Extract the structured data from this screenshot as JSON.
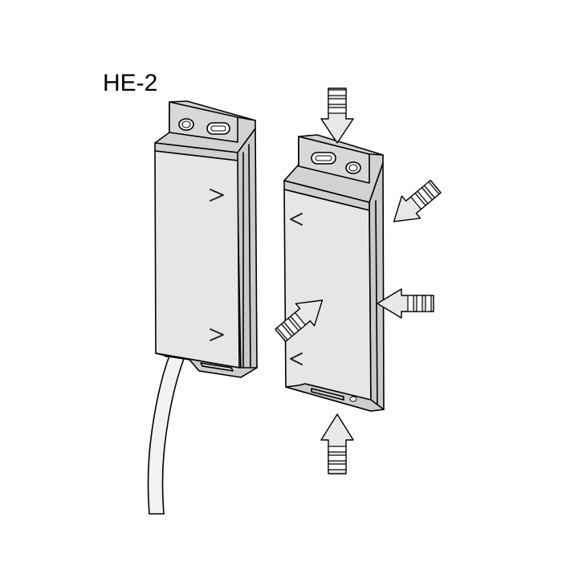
{
  "diagram": {
    "model_label": "HE-2",
    "colors": {
      "background": "#ffffff",
      "outline": "#000000",
      "body": "#d9d9d9",
      "face": "#e6e6e6"
    },
    "parts": [
      {
        "name": "sensor-left",
        "description_icon": "magnetic-switch-with-cable"
      },
      {
        "name": "actuator-right",
        "description_icon": "magnet-actuator"
      }
    ],
    "approach_arrows": [
      "top",
      "right-upper",
      "right-middle",
      "left-middle",
      "bottom"
    ]
  }
}
